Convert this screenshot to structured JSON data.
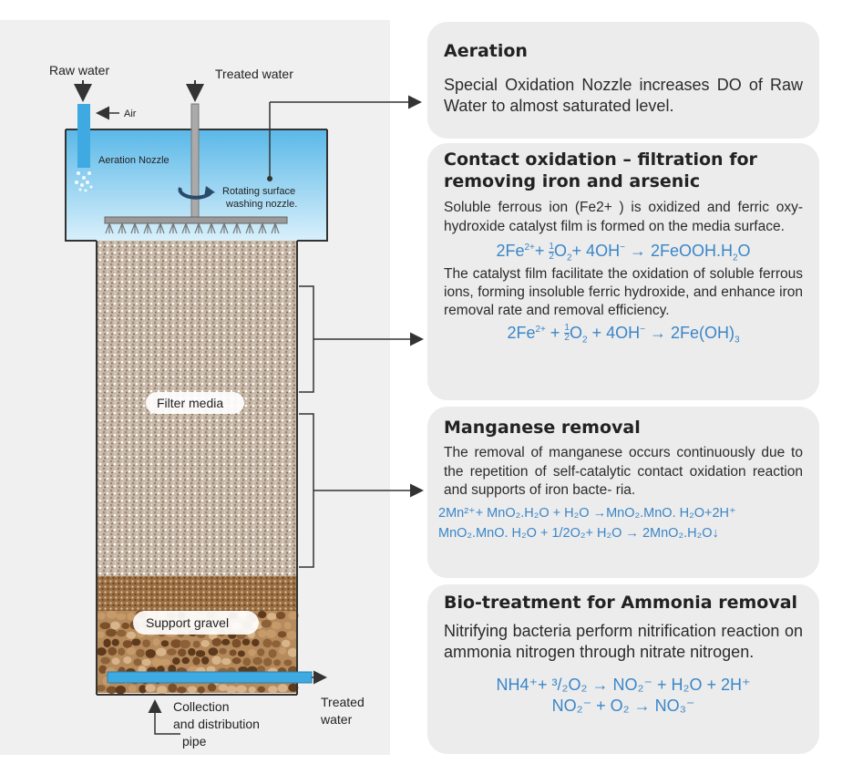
{
  "diagram": {
    "labels": {
      "raw_water": "Raw water",
      "treated_water_top": "Treated water",
      "air": "Air",
      "aeration_nozzle": "Aeration Nozzle",
      "rotating_nozzle_line1": "Rotating surface",
      "rotating_nozzle_line2": "washing nozzle.",
      "filter_media": "Filter media",
      "support_gravel": "Support gravel",
      "collection_line1": "Collection",
      "collection_line2": "and distribution",
      "collection_line3": "pipe",
      "treated_water_bottom_line1": "Treated",
      "treated_water_bottom_line2": "water"
    },
    "colors": {
      "water_top": "#5ab8e8",
      "water_bottom": "#d9f0fb",
      "pipe_blue": "#3fa9e1",
      "gravel_dark": "#7a4f2a",
      "gravel_light": "#c79a6a",
      "accent_blue": "#3a86c8"
    }
  },
  "cards": {
    "aeration": {
      "title": "Aeration",
      "body": "Special Oxidation Nozzle increases DO of Raw Water to almost saturated level."
    },
    "contact_oxidation": {
      "title_line1": "Contact oxidation – filtration for",
      "title_line2": "removing iron and arsenic",
      "body1": "Soluble ferrous ion (Fe2+ ) is oxidized and ferric oxy-hydroxide catalyst film is formed on the media surface.",
      "eq1": {
        "a": "2Fe",
        "a_sup": "2+",
        "b": "+ ",
        "half_num": "1",
        "half_den": "2",
        "c": "O",
        "c_sub": "2",
        "d": "+ 4OH",
        "d_sup": "−",
        "arrow": " → ",
        "e": "2FeOOH.H",
        "e_sub": "2",
        "f": "O"
      },
      "body2": "The catalyst film facilitate the oxidation of soluble ferrous ions, forming insoluble ferric hydroxide, and enhance iron removal rate and removal efficiency.",
      "eq2": {
        "a": "2Fe",
        "a_sup": "2+",
        "b": " + ",
        "half_num": "1",
        "half_den": "2",
        "c": "O",
        "c_sub": "2",
        "d": " + 4OH",
        "d_sup": "−",
        "arrow": " → ",
        "e": "2Fe(OH)",
        "e_sub": "3"
      }
    },
    "manganese": {
      "title": "Manganese removal",
      "body": "The removal of manganese occurs continuously due to the repetition of self-catalytic contact oxidation reaction and supports of iron bacte- ria.",
      "eq1_text": "2Mn²⁺+ MnO₂.H₂O + H₂O →MnO₂.MnO. H₂O+2H⁺",
      "eq2_text": "MnO₂.MnO. H₂O + 1/2O₂+ H₂O → 2MnO₂.H₂O↓"
    },
    "bio": {
      "title": "Bio-treatment for Ammonia removal",
      "body": "Nitrifying bacteria perform nitrification reaction on ammonia nitrogen through nitrate nitrogen.",
      "eq1_text": "NH4⁺+ ³/₂O₂ → NO₂⁻ + H₂O + 2H⁺",
      "eq2_text": "NO₂⁻ + O₂ → NO₃⁻"
    }
  }
}
